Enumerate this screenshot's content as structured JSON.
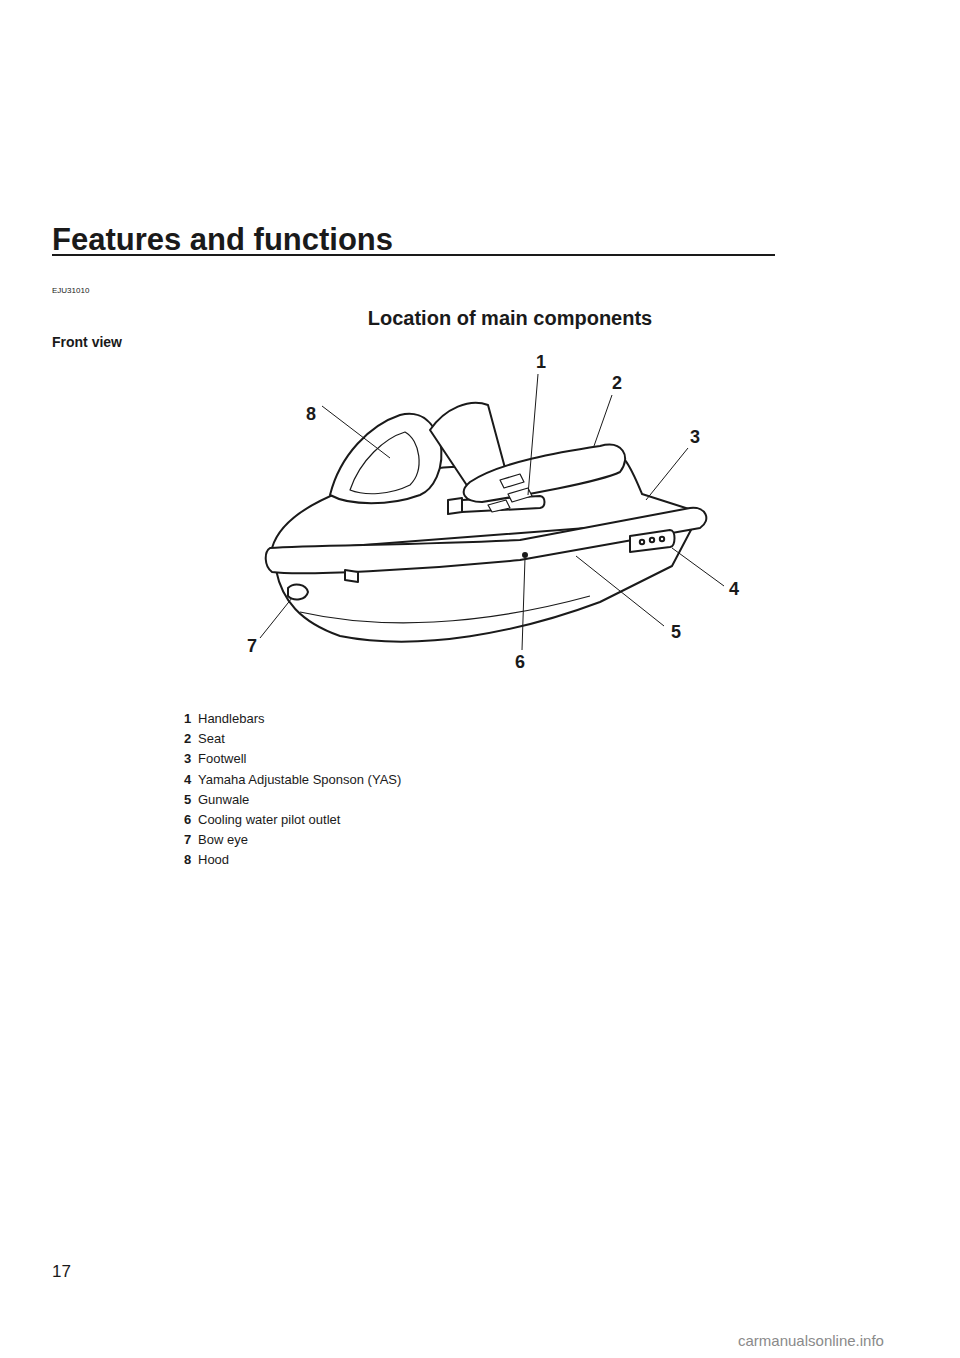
{
  "diagram": {
    "title": "Features and functions",
    "labels": [
      "EJU31010",
      "Location of main components",
      "Front view",
      "1",
      "2",
      "3",
      "4",
      "5",
      "6",
      "7",
      "8",
      "1",
      "Handlebars",
      "2",
      "Seat",
      "3",
      "Footwell",
      "4",
      "Yamaha Adjustable Sponson (YAS)",
      "5",
      "Gunwale",
      "6",
      "Cooling water pilot outlet",
      "7",
      "Bow eye",
      "8",
      "Hood",
      "17",
      "carmanualsonline.info"
    ]
  }
}
